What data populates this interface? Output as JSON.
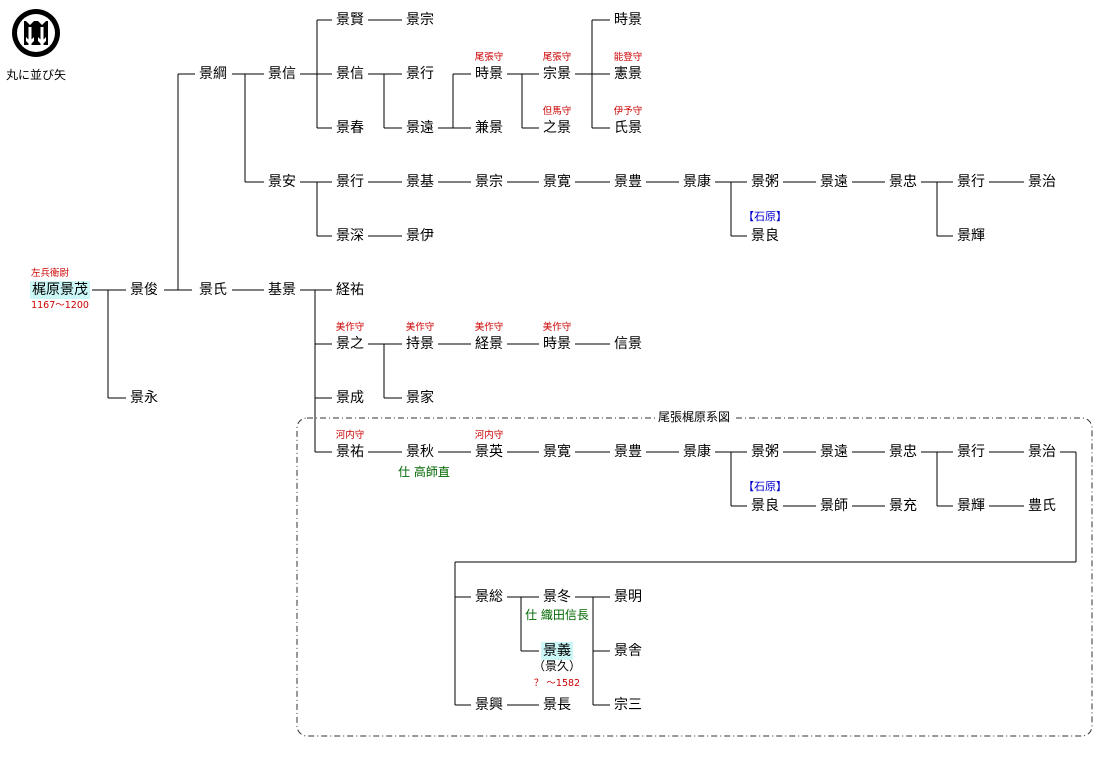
{
  "crest": {
    "icon": "maru-ni-narabi-ya-crest-icon",
    "label": "丸に並び矢"
  },
  "group_label": "尾張梶原系図",
  "people": [
    {
      "id": "kagesada",
      "name": "景賢"
    },
    {
      "id": "kagemune1",
      "name": "景宗"
    },
    {
      "id": "tokikage1",
      "name": "時景"
    },
    {
      "id": "kagetsuna",
      "name": "景綱"
    },
    {
      "id": "kagenobu1",
      "name": "景信"
    },
    {
      "id": "kagenobu2",
      "name": "景信"
    },
    {
      "id": "kageyuki1",
      "name": "景行"
    },
    {
      "id": "tokikage2",
      "name": "時景"
    },
    {
      "id": "munekage",
      "name": "宗景"
    },
    {
      "id": "norikage",
      "name": "憲景"
    },
    {
      "id": "kageharu",
      "name": "景春"
    },
    {
      "id": "kagetoo1",
      "name": "景遠"
    },
    {
      "id": "kanekage",
      "name": "兼景"
    },
    {
      "id": "yukikage",
      "name": "之景"
    },
    {
      "id": "ujikage",
      "name": "氏景"
    },
    {
      "id": "kageyasu",
      "name": "景安"
    },
    {
      "id": "kageyuki2",
      "name": "景行"
    },
    {
      "id": "kagemoto",
      "name": "景基"
    },
    {
      "id": "kagemune2",
      "name": "景宗"
    },
    {
      "id": "kagehiro1",
      "name": "景寛"
    },
    {
      "id": "kagetoyo1",
      "name": "景豊"
    },
    {
      "id": "kageyasu2",
      "name": "景康"
    },
    {
      "id": "kagekayu1",
      "name": "景粥"
    },
    {
      "id": "kagetoo2",
      "name": "景遠"
    },
    {
      "id": "kagetada1",
      "name": "景忠"
    },
    {
      "id": "kageyuki3",
      "name": "景行"
    },
    {
      "id": "kageharu2",
      "name": "景治"
    },
    {
      "id": "kageyoshi1",
      "name": "景良"
    },
    {
      "id": "kageteru1",
      "name": "景輝"
    },
    {
      "id": "kagefuka",
      "name": "景深"
    },
    {
      "id": "kageи",
      "name": "景伊"
    },
    {
      "id": "kagesue",
      "name": "梶原景茂"
    },
    {
      "id": "kagetoshi",
      "name": "景俊"
    },
    {
      "id": "kageuji",
      "name": "景氏"
    },
    {
      "id": "motokage",
      "name": "基景"
    },
    {
      "id": "tsunesuke",
      "name": "経祐"
    },
    {
      "id": "kageyuki_m",
      "name": "景之"
    },
    {
      "id": "mochikage",
      "name": "持景"
    },
    {
      "id": "tsunekage",
      "name": "経景"
    },
    {
      "id": "tokikage3",
      "name": "時景"
    },
    {
      "id": "nobukage",
      "name": "信景"
    },
    {
      "id": "kagenari",
      "name": "景成"
    },
    {
      "id": "kageie",
      "name": "景家"
    },
    {
      "id": "kagenaga1",
      "name": "景永"
    },
    {
      "id": "kagesuke",
      "name": "景祐"
    },
    {
      "id": "kageaki",
      "name": "景秋"
    },
    {
      "id": "kagehide",
      "name": "景英"
    },
    {
      "id": "kagehiro2",
      "name": "景寛"
    },
    {
      "id": "kagetoyo2",
      "name": "景豊"
    },
    {
      "id": "kageyasu3",
      "name": "景康"
    },
    {
      "id": "kagekayu2",
      "name": "景粥"
    },
    {
      "id": "kagetoo3",
      "name": "景遠"
    },
    {
      "id": "kagetada2",
      "name": "景忠"
    },
    {
      "id": "kageyuki4",
      "name": "景行"
    },
    {
      "id": "kageharu3",
      "name": "景治"
    },
    {
      "id": "kageyoshi2",
      "name": "景良"
    },
    {
      "id": "kageshi",
      "name": "景師"
    },
    {
      "id": "kagemitsu",
      "name": "景充"
    },
    {
      "id": "kageteru2",
      "name": "景輝"
    },
    {
      "id": "toyouji",
      "name": "豊氏"
    },
    {
      "id": "kagefusa",
      "name": "景総"
    },
    {
      "id": "kagefuyu",
      "name": "景冬"
    },
    {
      "id": "kageaki2",
      "name": "景明"
    },
    {
      "id": "kageyoshi3",
      "name": "景義"
    },
    {
      "id": "kageya",
      "name": "景舎"
    },
    {
      "id": "sozo",
      "name": "宗三"
    },
    {
      "id": "kageoki",
      "name": "景興"
    },
    {
      "id": "kagenaga2",
      "name": "景長"
    }
  ],
  "titles": [
    {
      "id": "t1",
      "text": "尾張守",
      "color": "red"
    },
    {
      "id": "t2",
      "text": "尾張守",
      "color": "red"
    },
    {
      "id": "t3",
      "text": "能登守",
      "color": "red"
    },
    {
      "id": "t4",
      "text": "但馬守",
      "color": "red"
    },
    {
      "id": "t5",
      "text": "伊予守",
      "color": "red"
    },
    {
      "id": "t6",
      "text": "【石原】",
      "color": "blue"
    },
    {
      "id": "t7",
      "text": "左兵衛尉",
      "color": "red"
    },
    {
      "id": "t8",
      "text": "1167〜1200",
      "color": "red"
    },
    {
      "id": "t9",
      "text": "美作守",
      "color": "red"
    },
    {
      "id": "t10",
      "text": "美作守",
      "color": "red"
    },
    {
      "id": "t11",
      "text": "美作守",
      "color": "red"
    },
    {
      "id": "t12",
      "text": "美作守",
      "color": "red"
    },
    {
      "id": "t13",
      "text": "河内守",
      "color": "red"
    },
    {
      "id": "t14",
      "text": "河内守",
      "color": "red"
    },
    {
      "id": "t15",
      "text": "仕 高師直",
      "color": "green"
    },
    {
      "id": "t16",
      "text": "【石原】",
      "color": "blue"
    },
    {
      "id": "t17",
      "text": "仕 織田信長",
      "color": "green"
    },
    {
      "id": "t18",
      "text": "（景久）",
      "color": "black"
    },
    {
      "id": "t19",
      "text": "？ 〜1582",
      "color": "red"
    }
  ]
}
